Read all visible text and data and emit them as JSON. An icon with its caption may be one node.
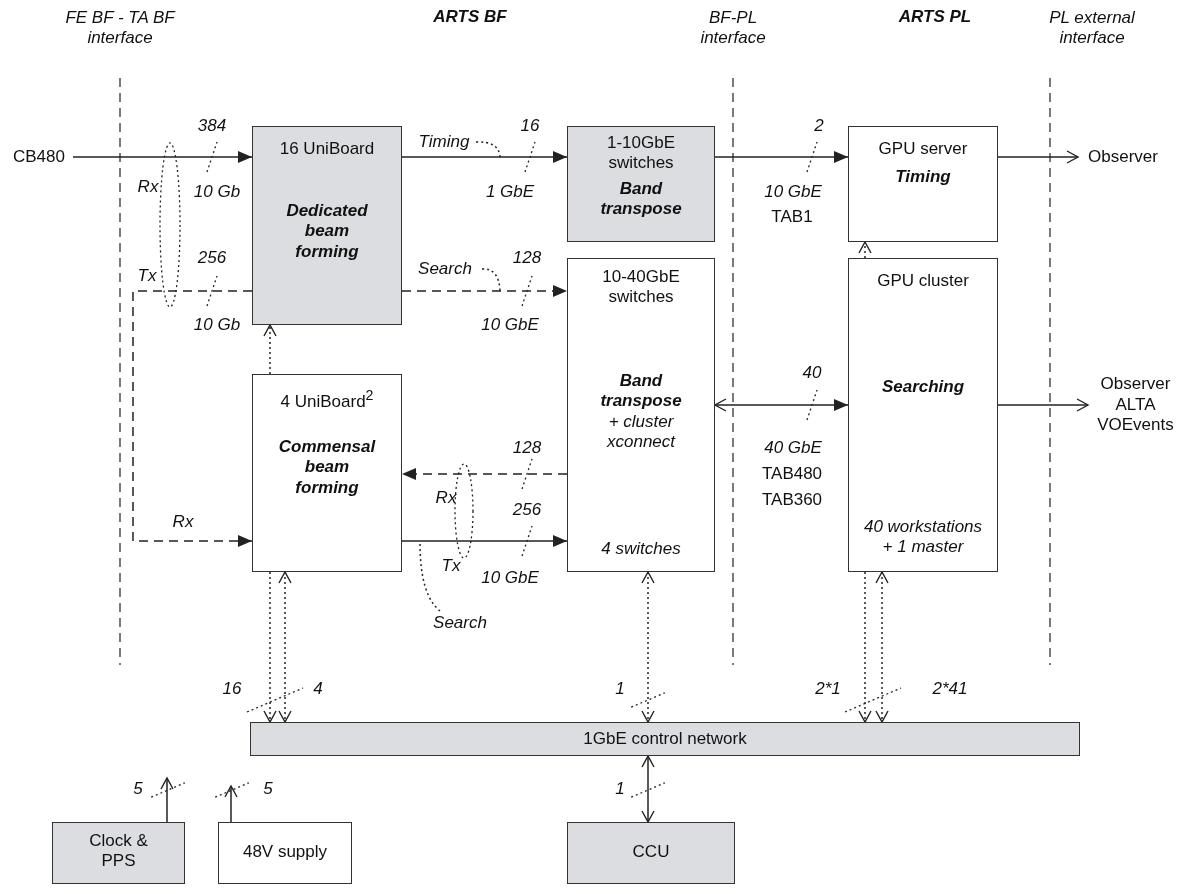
{
  "diagram": {
    "nodes": [
      {
        "text": [
          "CB480"
        ]
      },
      {
        "text": [
          "16 UniBoard",
          "Dedicated beam forming"
        ]
      },
      {
        "text": [
          "1-10GbE switches",
          "Band transpose"
        ]
      },
      {
        "text": [
          "GPU server",
          "Timing"
        ]
      },
      {
        "text": [
          "Observer"
        ]
      },
      {
        "text": [
          "10-40GbE switches",
          "**Band transpose** + cluster xconnect",
          "4 switches"
        ]
      },
      {
        "text": [
          "4 UniBoard$^{2}$",
          "Commensal beam forming"
        ]
      },
      {
        "text": [
          "GPU cluster",
          "Searching",
          "40 workstations + 1 master"
        ]
      },
      {
        "text": [
          "Observer ALTA VOEvents"
        ]
      },
      {
        "text": [
          "1GbE control network"
        ]
      },
      {
        "text": [
          "Clock & PPS"
        ]
      },
      {
        "text": [
          "48V supply"
        ]
      },
      {
        "text": [
          "CCU"
        ]
      },
      {
        "text": [
          "Timing"
        ]
      },
      {
        "text": [
          "Search"
        ]
      },
      {
        "text": [
          "Search"
        ]
      }
    ],
    "edges": [
      {
        "from": 0,
        "to": 1,
        "arrow": "to"
      },
      {
        "from": 1,
        "to": 2,
        "arrow": "to"
      },
      {
        "from": 1,
        "to": 5,
        "arrow": "to",
        "style": "dashed"
      },
      {
        "from": 2,
        "to": 3,
        "arrow": "to"
      },
      {
        "from": 3,
        "to": 4,
        "arrow": "to"
      },
      {
        "from": 1,
        "to": 6,
        "arrow": "to",
        "style": "dashed"
      },
      {
        "from": 5,
        "to": 6,
        "arrow": "to",
        "style": "dashed"
      },
      {
        "from": 6,
        "to": 5,
        "arrow": "to"
      },
      {
        "from": 5,
        "to": 7,
        "arrow": "both"
      },
      {
        "from": 7,
        "to": 8,
        "arrow": "to"
      },
      {
        "from": 6,
        "to": 1,
        "arrow": "to",
        "style": "dashed"
      },
      {
        "from": 6,
        "to": 9,
        "arrow": "both",
        "style": "dashed"
      },
      {
        "from": 5,
        "to": 9,
        "arrow": "both",
        "style": "dashed"
      },
      {
        "from": 7,
        "to": 3,
        "arrow": "to",
        "style": "dashed"
      },
      {
        "from": 7,
        "to": 9,
        "arrow": "both",
        "style": "dashed"
      },
      {
        "from": 9,
        "to": 12,
        "arrow": "both"
      },
      {
        "from": 10,
        "to": null,
        "arrow": "to"
      },
      {
        "from": 11,
        "to": null,
        "arrow": "to"
      },
      {
        "from": 13,
        "to": null,
        "arrow": "none",
        "style": "dashed"
      },
      {
        "from": 14,
        "to": null,
        "arrow": "none",
        "style": "dashed"
      },
      {
        "from": 15,
        "to": null,
        "arrow": "none",
        "style": "dashed"
      },
      {
        "from": 6,
        "to": 9,
        "arrow": "to",
        "style": "dashed"
      },
      {
        "from": 7,
        "to": 9,
        "arrow": "to",
        "style": "dashed"
      }
    ],
    "labels": [
      "FE BF - TA BF interface",
      "ARTS BF",
      "BF-PL interface",
      "ARTS PL",
      "PL external interface",
      "384",
      "16",
      "2",
      "Rx",
      "10 Gb",
      "1 GbE",
      "10 GbE",
      "TAB1",
      "256",
      "128",
      "Tx",
      "10 Gb",
      "10 GbE",
      "40",
      "40 GbE",
      "TAB480",
      "TAB360",
      "128",
      "Rx",
      "256",
      "Rx",
      "Tx",
      "10 GbE",
      "16",
      "4",
      "1",
      "2*1",
      "2*41",
      "5",
      "5",
      "1"
    ]
  }
}
